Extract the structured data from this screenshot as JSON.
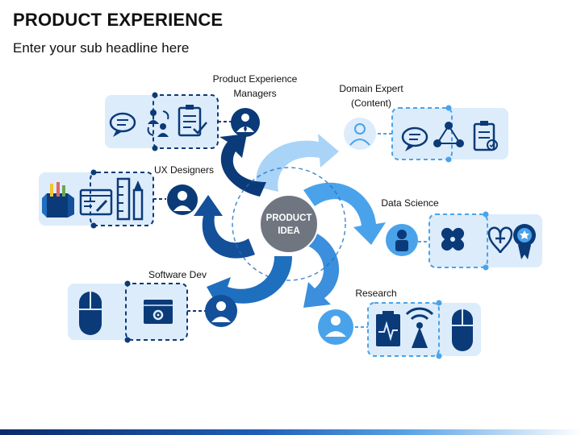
{
  "header": {
    "title": "PRODUCT EXPERIENCE",
    "subtitle": "Enter your sub headline here"
  },
  "center": {
    "line1": "PRODUCT",
    "line2": "IDEA"
  },
  "nodes": [
    {
      "line1": "Product Experience",
      "line2": "Managers"
    },
    {
      "line1": "Domain Expert",
      "line2": "(Content)"
    },
    {
      "line1": "UX Designers"
    },
    {
      "line1": "Data Science"
    },
    {
      "line1": "Software Dev"
    },
    {
      "line1": "Research"
    }
  ],
  "colors": {
    "navy": "#0b3a78",
    "blue": "#1f6fbf",
    "sky": "#4aa3ea",
    "pale": "#a9d4f7",
    "panel": "#dcecfb"
  }
}
